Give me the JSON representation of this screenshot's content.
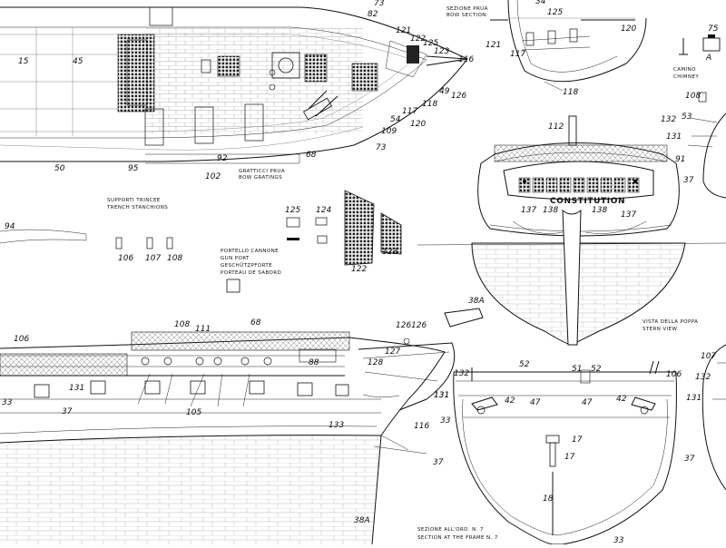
{
  "captions": {
    "bow_section_it": "SEZIONE PRUA",
    "bow_section_en": "BOW SECTION",
    "bow_gratings_it": "GRATTICCI PRUA",
    "bow_gratings_en": "BOW GRATINGS",
    "trench_it": "SUPPORTI TRINCEE",
    "trench_en": "TRENCH STANCHIONS",
    "port_it": "PORTELLO CANNONE",
    "port_en": "GUN PORT",
    "port_de": "GESCHÜTZPFORTE",
    "port_fr": "PORTEAU DE SABORD",
    "chimney_it": "CAMINO",
    "chimney_en": "CHIMNEY",
    "stern_it": "VISTA DELLA POPPA",
    "stern_en": "STERN VIEW",
    "frame_it": "SEZIONE ALL'ORD. N. 7",
    "frame_en": "SECTION AT THE FRAME N. 7",
    "ship_name": "CONSTITUTION"
  },
  "labels": {
    "deck": [
      "73",
      "82",
      "121",
      "122",
      "125",
      "123",
      "116",
      "49",
      "126",
      "118",
      "117",
      "54",
      "120",
      "109",
      "73",
      "68",
      "92",
      "102",
      "95",
      "50",
      "15",
      "45"
    ],
    "bow_section": [
      "34",
      "125",
      "120",
      "121",
      "117",
      "118"
    ],
    "chimney": [
      "75",
      "A",
      "108",
      "53",
      "132",
      "131",
      "91",
      "37"
    ],
    "stern": [
      "112",
      "137",
      "138",
      "138",
      "137"
    ],
    "details": [
      "94",
      "106",
      "107",
      "108",
      "125",
      "124",
      "122",
      "123"
    ],
    "side": [
      "106",
      "108",
      "111",
      "68",
      "126",
      "126",
      "127",
      "128",
      "38A",
      "33",
      "131",
      "37",
      "105",
      "88",
      "133",
      "116",
      "131",
      "38A"
    ],
    "frame": [
      "52",
      "51",
      "52",
      "106",
      "132",
      "131",
      "42",
      "47",
      "47",
      "42",
      "33",
      "37",
      "17",
      "17",
      "18",
      "37",
      "33",
      "107",
      "132",
      "131"
    ]
  }
}
